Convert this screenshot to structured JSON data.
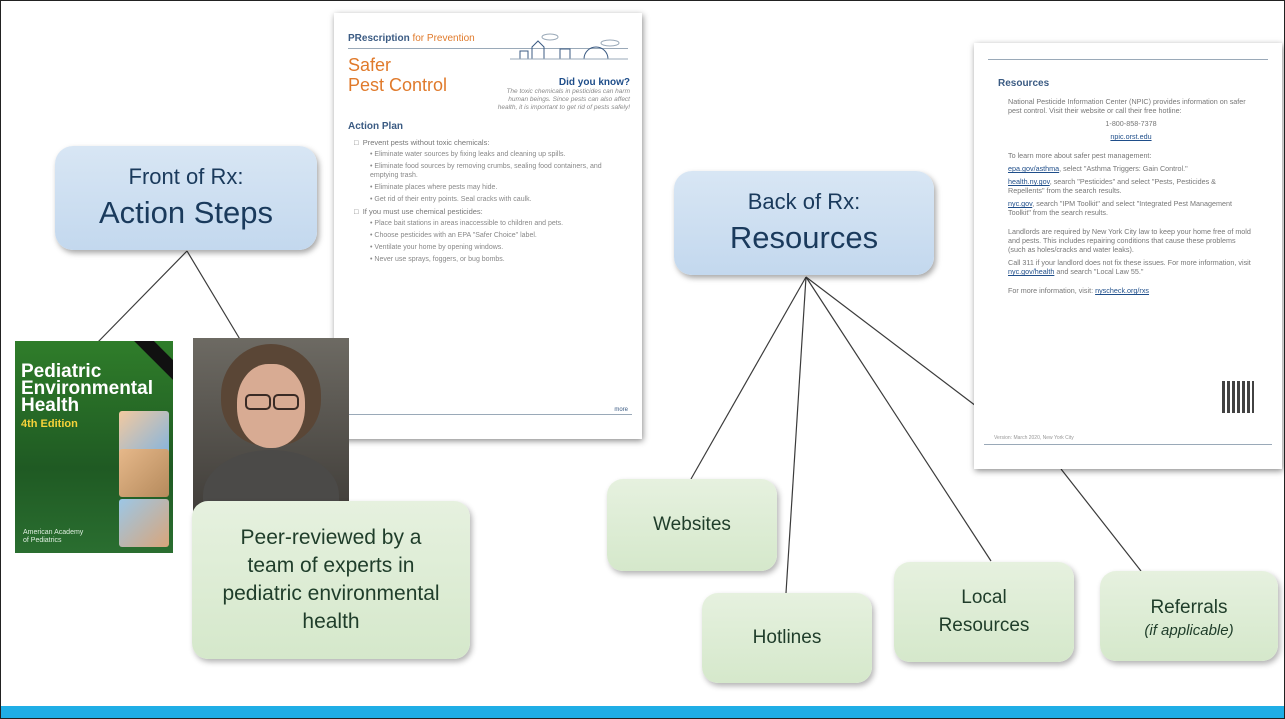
{
  "front_node": {
    "line1": "Front of Rx:",
    "line2": "Action Steps"
  },
  "back_node": {
    "line1": "Back of Rx:",
    "line2": "Resources"
  },
  "peer_review": {
    "text": "Peer-reviewed by a team of experts in pediatric environmental health"
  },
  "leaves": {
    "websites": "Websites",
    "hotlines": "Hotlines",
    "local_resources_1": "Local",
    "local_resources_2": "Resources",
    "referrals": "Referrals",
    "referrals_note": "(if applicable)"
  },
  "book": {
    "title_1": "Pediatric",
    "title_2": "Environmental",
    "title_3": "Health",
    "edition": "4th Edition",
    "publisher_1": "American Academy",
    "publisher_2": "of Pediatrics"
  },
  "front_doc": {
    "brand_prefix": "PRescription",
    "brand_suffix": "for Prevention",
    "title_1": "Safer",
    "title_2": "Pest Control",
    "dyk_heading": "Did you know?",
    "dyk_text": "The toxic chemicals in pesticides can harm human beings. Since pests can also affect health, it is important to get rid of pests safely!",
    "section": "Action Plan",
    "item1": "Prevent pests without toxic chemicals:",
    "sub1": "Eliminate water sources by fixing leaks and cleaning up spills.",
    "sub2": "Eliminate food sources by removing crumbs, sealing food containers, and emptying trash.",
    "sub3": "Eliminate places where pests may hide.",
    "sub4": "Get rid of their entry points. Seal cracks with caulk.",
    "item2": "If you must use chemical pesticides:",
    "sub5": "Place bait stations in areas inaccessible to children and pets.",
    "sub6": "Choose pesticides with an EPA \"Safer Choice\" label.",
    "sub7": "Ventilate your home by opening windows.",
    "sub8": "Never use sprays, foggers, or bug bombs.",
    "more": "more"
  },
  "back_doc": {
    "section": "Resources",
    "p1": "National Pesticide Information Center (NPIC) provides information on safer pest control. Visit their website or call their free hotline:",
    "phone": "1-800-858-7378",
    "npic_link": "npic.orst.edu",
    "p2": "To learn more about safer pest management:",
    "epa_link": "epa.gov/asthma",
    "epa_text": ", select \"Asthma Triggers: Gain Control.\"",
    "ny_link": "health.ny.gov",
    "ny_text": ", search \"Pesticides\" and select \"Pests, Pesticides & Repellents\" from the search results.",
    "nyc_link": "nyc.gov",
    "nyc_text": ", search \"IPM Toolkit\" and select \"Integrated Pest Management Toolkit\" from the search results.",
    "p3": "Landlords are required by New York City law to keep your home free of mold and pests. This includes repairing conditions that cause these problems (such as holes/cracks and water leaks).",
    "p4_a": "Call 311 if your landlord does not fix these issues. For more information, visit ",
    "p4_link": "nyc.gov/health",
    "p4_b": " and search \"Local Law 55.\"",
    "p5_a": "For more information, visit: ",
    "p5_link": "nyscheck.org/rxs",
    "version": "Version: March 2020, New York City"
  }
}
